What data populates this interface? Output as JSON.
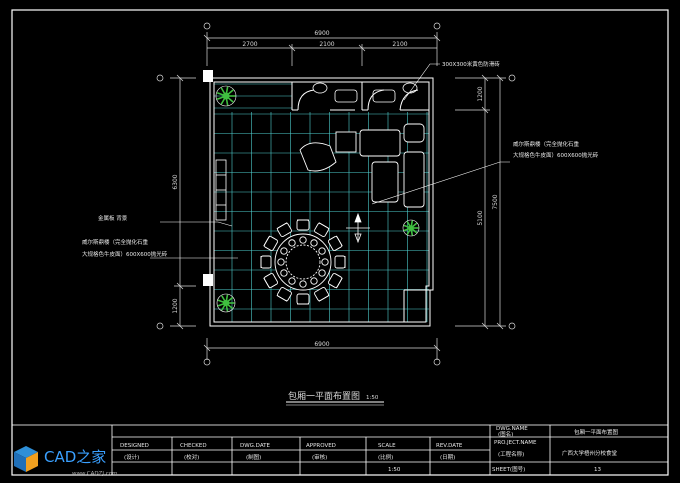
{
  "colors": {
    "background": "#000000",
    "frame": "#ffffff",
    "grid": "#4fd0d0",
    "wall": "#ffffff",
    "furniture": "#ffffff",
    "plant": "#3fbf3f",
    "text": "#e6e6e6",
    "dimension": "#d8d8d8"
  },
  "drawing": {
    "title": "包厢一平面布置图",
    "scale": "1:50"
  },
  "dimensions": {
    "top_total": "6900",
    "top_segments": [
      "2700",
      "2100",
      "2100"
    ],
    "bottom_total": "6900",
    "left_total": "6300",
    "left_bottom": "1200",
    "right_top": "1200",
    "right_mid": "5100",
    "right_total": "7500"
  },
  "annotations": {
    "tile_note": "300X300米黄色防滑砖",
    "floor_right_line1": "威尔斯鼎楼（完全抛化石重",
    "floor_right_line2": "大规格色牛皮面）600X600抛光砖",
    "wall_left": "金属板 背景",
    "floor_left_line1": "威尔斯鼎楼（完全抛化石重",
    "floor_left_line2": "大规格色牛皮面）600X600抛光砖"
  },
  "title_block": {
    "designed": "DESIGNED",
    "designed_cn": "(设计)",
    "checked": "CHECKED",
    "checked_cn": "(校对)",
    "dwg_date": "DWG.DATE",
    "dwg_date_cn": "(制图)",
    "approved": "APPROVED",
    "approved_cn": "(审核)",
    "scale": "SCALE",
    "scale_cn": "(比例)",
    "scale_value": "1:50",
    "rev_date": "REV.DATE",
    "rev_date_cn": "(日期)",
    "dwg_name": "DWG.NAME",
    "dwg_name_cn": "(图名)",
    "dwg_name_value": "包厢一平面布置图",
    "proj_name": "PRO.JECT.NAME",
    "proj_name_cn": "(工程名称)",
    "proj_value": "广西大学梧州分校食堂",
    "sheet": "SHEET(图号)",
    "sheet_value": "13"
  },
  "watermark": {
    "brand": "CAD之家",
    "url": "www.CADZJ.com"
  }
}
